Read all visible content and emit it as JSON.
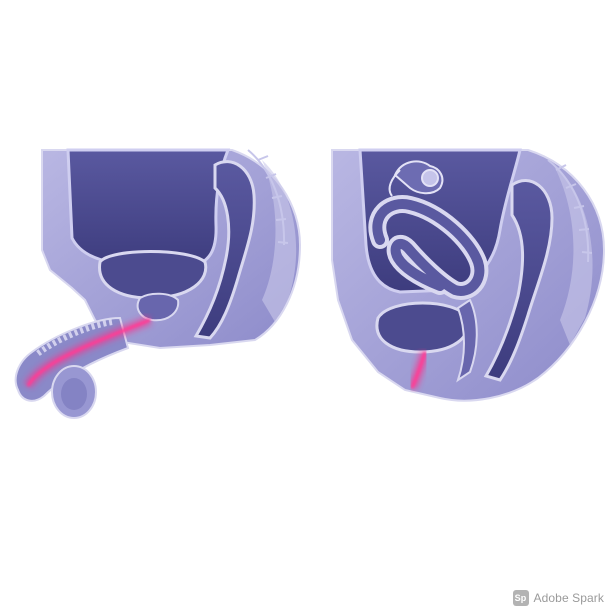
{
  "watermark": {
    "logo_text": "Sp",
    "label": "Adobe Spark"
  },
  "colors": {
    "tissue_light": "#a9a7d8",
    "tissue_mid": "#8483c3",
    "organ_dark": "#4c4b8f",
    "organ_deep": "#393878",
    "outline": "#d9d8f0",
    "highlight": "#ff2d8a"
  },
  "figures": [
    {
      "name": "male-pelvis-cross-section"
    },
    {
      "name": "female-pelvis-cross-section"
    }
  ]
}
